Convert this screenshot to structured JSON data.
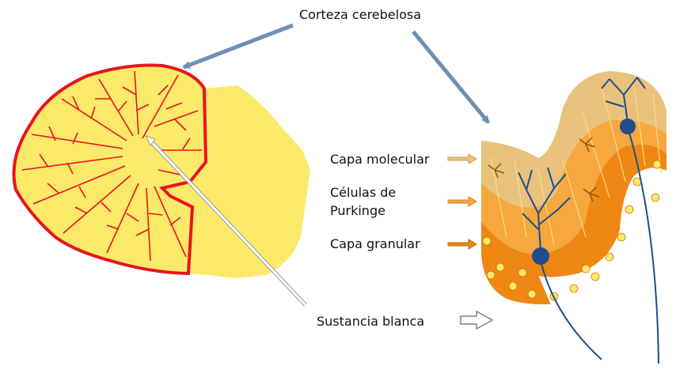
{
  "labels": {
    "corteza": "Corteza cerebelosa",
    "molecular": "Capa molecular",
    "purkinje_line1": "Células de",
    "purkinje_line2": "Purkinge",
    "granular": "Capa granular",
    "blanca": "Sustancia blanca"
  },
  "colors": {
    "cortex_fill": "#fbe96a",
    "cortex_outline": "#e8141e",
    "white_matter": "#fbe96a",
    "molecular_layer": "#e8c27d",
    "purkinje_layer": "#f6a73f",
    "granular_layer": "#ef8714",
    "neuron": "#1f4e8a",
    "pointer_arrow": "#6f8fb2",
    "small_arrow": "#f0a050"
  }
}
